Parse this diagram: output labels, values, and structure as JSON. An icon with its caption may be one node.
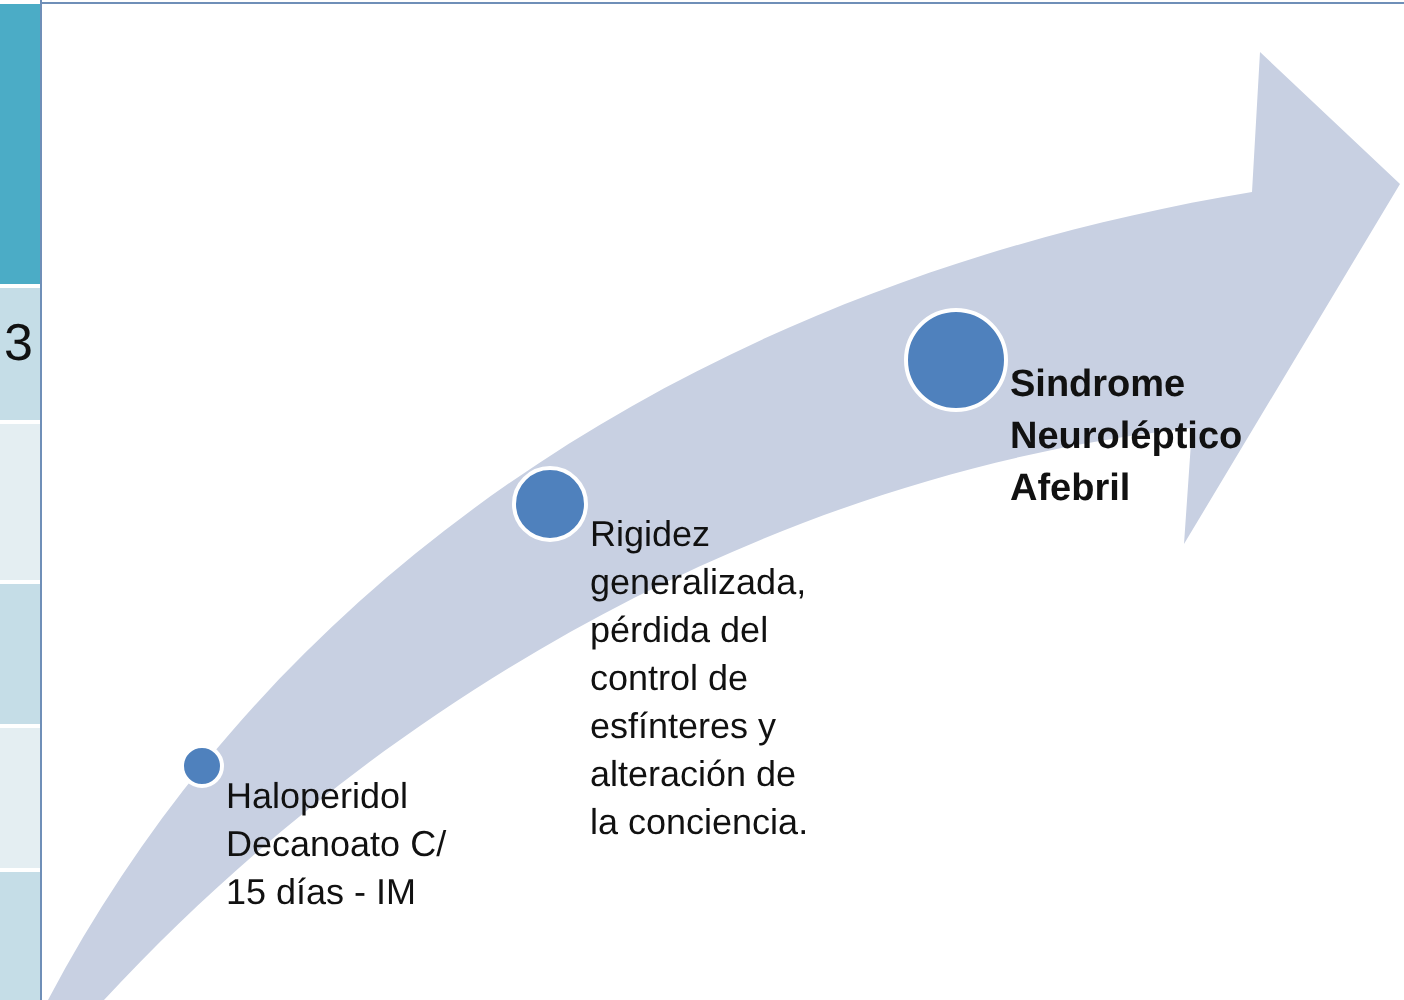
{
  "diagram": {
    "nodes": [
      {
        "text": [
          "Haloperidol Decanoato C/ 15 días - IM"
        ]
      },
      {
        "text": [
          "Rigidez generalizada, pérdida del control de esfínteres y alteración de la conciencia."
        ]
      },
      {
        "text": [
          "Sindrome Neuroléptico Afebril"
        ]
      }
    ],
    "labels": [
      "3"
    ]
  }
}
